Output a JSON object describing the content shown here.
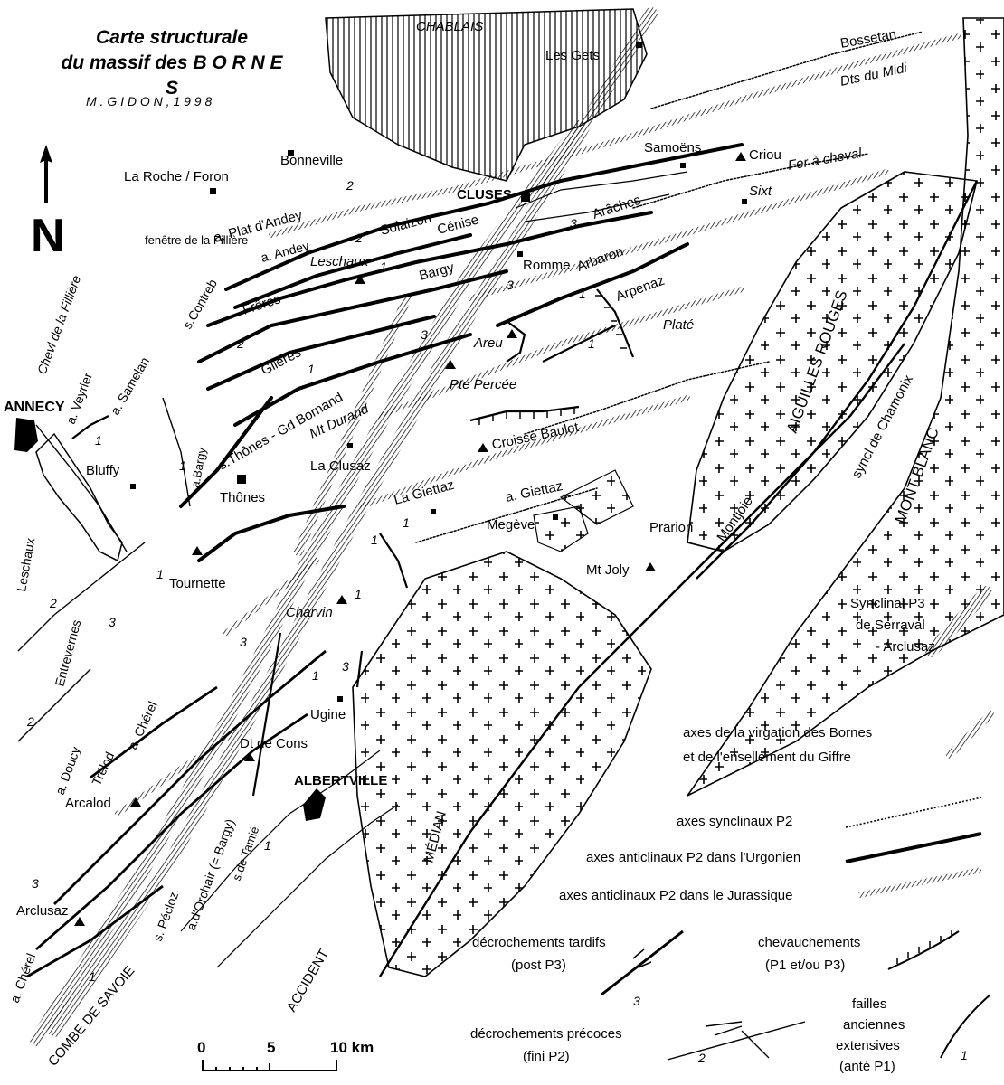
{
  "title": {
    "line1": "Carte structurale",
    "line2": "du massif des B O R N E S",
    "author": "M . G I D O N ,  1 9 9 8"
  },
  "north_arrow": {
    "letter": "N",
    "icon": "north-arrow-icon"
  },
  "towns": {
    "annecy": "ANNECY",
    "cluses": "CLUSES",
    "albertville": "ALBERTVILLE",
    "bonneville": "Bonneville",
    "la_roche": "La Roche / Foron",
    "les_gets": "Les Gets",
    "samoens": "Samoëns",
    "sixt": "Sixt",
    "araches": "Arâches",
    "romme": "Romme",
    "thones": "Thônes",
    "la_clusaz": "La Clusaz",
    "la_giettaz": "La Giettaz",
    "megeve": "Megève",
    "ugine": "Ugine",
    "bluffy": "Bluffy"
  },
  "peaks": {
    "criou": "Criou",
    "areu": "Areu",
    "pte_percee": "Pte Percée",
    "croisse_baulet": "Croisse Baulet",
    "mt_joly": "Mt Joly",
    "charvin": "Charvin",
    "tournette": "Tournette",
    "dt_de_cons": "Dt de Cons",
    "arcalod": "Arcalod",
    "arclusaz": "Arclusaz",
    "leschaux_peak": "Leschaux",
    "prarion": "Prarion"
  },
  "structures": {
    "chablais": "CHABLAIS",
    "bossetan": "Bossetan",
    "dts_du_midi": "Dts du Midi",
    "fer_a_cheval": "Fer à cheval",
    "plat_dandey": "a. Plat d'Andey",
    "andey": "a. Andey",
    "solaizon": "Solaizon",
    "cenise": "Cénise",
    "bargy": "Bargy",
    "arbaron": "Arbaron",
    "arpenaz": "Arpenaz",
    "plate": "Platé",
    "freres": "Frêres",
    "glieres": "Glières",
    "contreb": "s.Contreb",
    "samelan": "a. Samelan",
    "veyrier": "a. Veyrier",
    "chevl_fillere": "Chevl de la Fillière",
    "fenetre_fillere": "fenêtre de la Fillière",
    "s_thones": "s.Thônes - Gd Bornand",
    "mt_durand": "Mt Durand",
    "a_giettaz": "a. Giettaz",
    "bargy_small": "a.Bargy",
    "aiguilles_rouges": "AIGUILLES ROUGES",
    "synclinal_chamonix": "syncl de Chamonix",
    "montjoie": "Montjoie",
    "mont_blanc": "MONT BLANC",
    "leschaux_left": "Leschaux",
    "entrevernes": "Entrevernes",
    "a_doucy": "a. Doucy",
    "trelod": "Trélod",
    "a_cherel": "a. Chérel",
    "a_orchair": "a.d'Orchair (= Bargy)",
    "s_pecloz": "s. Pécloz",
    "s_tamie": "s.de Tamié",
    "a_cherel_bottom": "a. Chérel",
    "combe_de_savoie": "COMBE DE SAVOIE",
    "accident": "ACCIDENT",
    "median": "MÉDIAN"
  },
  "fault_numbers": [
    "1",
    "2",
    "3"
  ],
  "legend": {
    "synclinal_p3": "Synclinal P3",
    "de_serraval": "de Serraval",
    "arclusaz": "- Arclusaz",
    "virgation_1": "axes de la virgation des Bornes",
    "virgation_2": "et de l'ensellement du Giffre",
    "syncl_p2": "axes synclinaux P2",
    "anticl_urgonien": "axes anticlinaux P2 dans l'Urgonien",
    "anticl_jurassique": "axes anticlinaux P2 dans le Jurassique",
    "decro_tardifs_1": "décrochements tardifs",
    "decro_tardifs_2": "(post  P3)",
    "chevauch_1": "chevauchements",
    "chevauch_2": "(P1 et/ou P3)",
    "decro_precoces_1": "décrochements précoces",
    "decro_precoces_2": "(fini  P2)",
    "failles_1": "failles",
    "failles_2": "anciennes",
    "failles_3": "extensives",
    "failles_4": "(anté P1)",
    "num_3": "3",
    "num_2": "2",
    "num_1": "1"
  },
  "scale_bar": {
    "t0": "0",
    "t5": "5",
    "t10": "10 km"
  }
}
